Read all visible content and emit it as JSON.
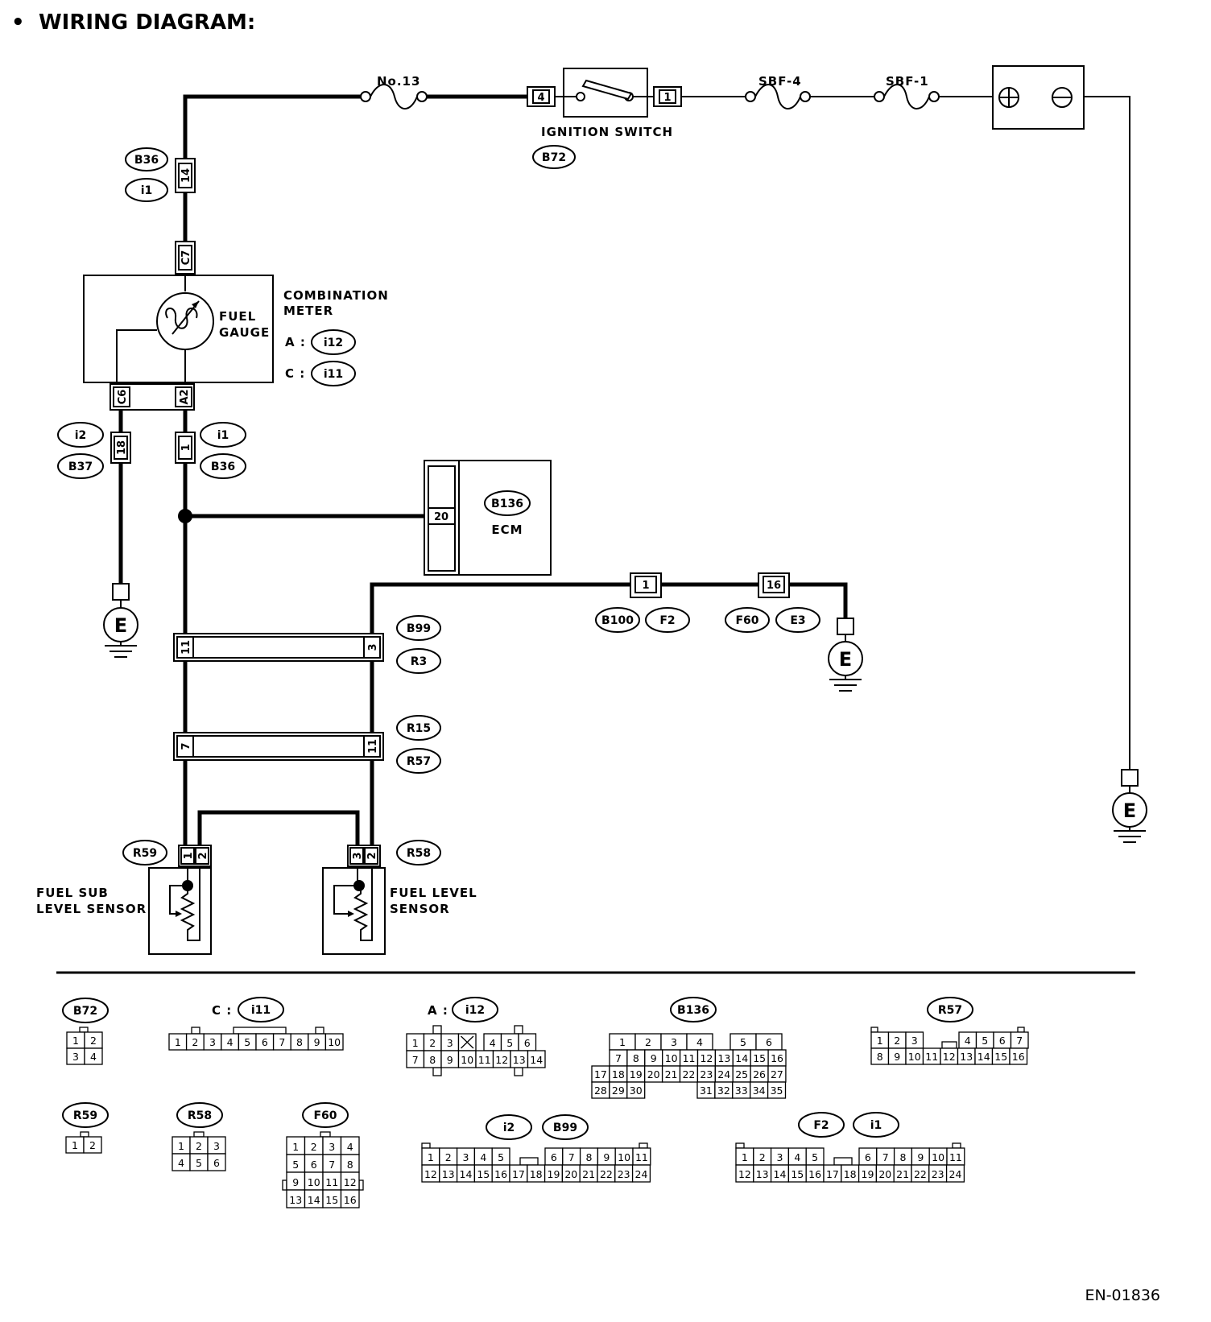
{
  "header": {
    "bullet": "•",
    "title": "WIRING DIAGRAM:"
  },
  "fuse_no13": "No.13",
  "fuse_sbf4": "SBF-4",
  "fuse_sbf1": "SBF-1",
  "ignition_switch": {
    "label": "IGNITION SWITCH",
    "connector": "B72",
    "pin_left": "4",
    "pin_right": "1"
  },
  "battery": {
    "plus": "⊕",
    "minus": "⊖"
  },
  "junction_top": {
    "connectors": [
      "B36",
      "i1"
    ],
    "pin": "14"
  },
  "combination_meter": {
    "title_line1": "COMBINATION",
    "title_line2": "METER",
    "gauge_line1": "FUEL",
    "gauge_line2": "GAUGE",
    "conn_a_label": "A :",
    "conn_a": "i12",
    "conn_c_label": "C :",
    "conn_c": "i11",
    "pin_top": "C7",
    "pin_bottom_left": "C6",
    "pin_bottom_right": "A2"
  },
  "junction_left": {
    "connectors": [
      "i2",
      "B37"
    ],
    "pin": "18"
  },
  "junction_right": {
    "connectors": [
      "i1",
      "B36"
    ],
    "pin": "1"
  },
  "ecm": {
    "connector": "B136",
    "label": "ECM",
    "pin": "20"
  },
  "ground_label": "E",
  "ground_chain": {
    "pin1": "1",
    "conn1": [
      "B100",
      "F2"
    ],
    "pin2": "16",
    "conn2": [
      "F60",
      "E3"
    ]
  },
  "conn_b99": {
    "connectors": [
      "B99",
      "R3"
    ],
    "pin_left": "11",
    "pin_right": "3"
  },
  "conn_r15": {
    "connectors": [
      "R15",
      "R57"
    ],
    "pin_left": "7",
    "pin_right": "11"
  },
  "sub_sensor": {
    "connector": "R59",
    "line1": "FUEL SUB",
    "line2": "LEVEL SENSOR",
    "pins": [
      "1",
      "2"
    ]
  },
  "level_sensor": {
    "connector": "R58",
    "line1": "FUEL LEVEL",
    "line2": "SENSOR",
    "pins": [
      "3",
      "2"
    ]
  },
  "legend": {
    "B72": {
      "name": "B72",
      "rows": [
        [
          "1",
          "2"
        ],
        [
          "3",
          "4"
        ]
      ]
    },
    "i11": {
      "prefix": "C :",
      "name": "i11",
      "rows": [
        [
          "1",
          "2",
          "3",
          "4",
          "5",
          "6",
          "7",
          "8",
          "9",
          "10"
        ]
      ]
    },
    "i12": {
      "prefix": "A :",
      "name": "i12",
      "rows": [
        [
          "1",
          "2",
          "3",
          "",
          "4",
          "5",
          "6"
        ],
        [
          "7",
          "8",
          "9",
          "10",
          "11",
          "12",
          "13",
          "14"
        ]
      ]
    },
    "B136": {
      "name": "B136",
      "rows": [
        [
          "1",
          "2",
          "3",
          "4",
          "5",
          "6"
        ],
        [
          "7",
          "8",
          "9",
          "10",
          "11",
          "12",
          "13",
          "14",
          "15",
          "16"
        ],
        [
          "17",
          "18",
          "19",
          "20",
          "21",
          "22",
          "23",
          "24",
          "25",
          "26",
          "27"
        ],
        [
          "28",
          "29",
          "30",
          "31",
          "32",
          "33",
          "34",
          "35"
        ]
      ]
    },
    "R57": {
      "name": "R57",
      "rows": [
        [
          "1",
          "2",
          "3",
          "4",
          "5",
          "6",
          "7"
        ],
        [
          "8",
          "9",
          "10",
          "11",
          "12",
          "13",
          "14",
          "15",
          "16"
        ]
      ]
    },
    "R59": {
      "name": "R59",
      "rows": [
        [
          "1",
          "2"
        ]
      ]
    },
    "R58": {
      "name": "R58",
      "rows": [
        [
          "1",
          "2",
          "3"
        ],
        [
          "4",
          "5",
          "6"
        ]
      ]
    },
    "F60": {
      "name": "F60",
      "rows": [
        [
          "1",
          "2",
          "3",
          "4"
        ],
        [
          "5",
          "6",
          "7",
          "8"
        ],
        [
          "9",
          "10",
          "11",
          "12"
        ],
        [
          "13",
          "14",
          "15",
          "16"
        ]
      ]
    },
    "i2_B99": {
      "names": [
        "i2",
        "B99"
      ],
      "rows": [
        [
          "1",
          "2",
          "3",
          "4",
          "5",
          "6",
          "7",
          "8",
          "9",
          "10",
          "11"
        ],
        [
          "12",
          "13",
          "14",
          "15",
          "16",
          "17",
          "18",
          "19",
          "20",
          "21",
          "22",
          "23",
          "24"
        ]
      ]
    },
    "F2_i1": {
      "names": [
        "F2",
        "i1"
      ],
      "rows": [
        [
          "1",
          "2",
          "3",
          "4",
          "5",
          "6",
          "7",
          "8",
          "9",
          "10",
          "11"
        ],
        [
          "12",
          "13",
          "14",
          "15",
          "16",
          "17",
          "18",
          "19",
          "20",
          "21",
          "22",
          "23",
          "24"
        ]
      ]
    }
  },
  "figure_code": "EN-01836"
}
